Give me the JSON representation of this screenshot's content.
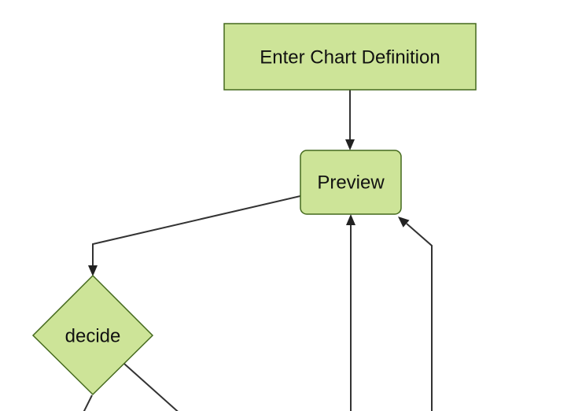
{
  "theme": {
    "background": "#ffffff",
    "node_fill": "#cde498",
    "node_border": "#44691d",
    "edge_color": "#333333",
    "arrow_color": "#222222",
    "label_color": "#111111"
  },
  "flowchart": {
    "nodes": {
      "enter_chart_definition": {
        "label": "Enter Chart Definition",
        "shape": "rectangle"
      },
      "preview": {
        "label": "Preview",
        "shape": "rounded-rectangle"
      },
      "decide": {
        "label": "decide",
        "shape": "diamond"
      }
    },
    "edges": [
      {
        "from": "enter_chart_definition",
        "to": "preview",
        "arrow": true
      },
      {
        "from": "preview",
        "to": "decide",
        "arrow": true
      },
      {
        "from": "offscreen-bottom",
        "to": "preview",
        "arrow": true
      },
      {
        "from": "offscreen-bottom-right",
        "to": "preview",
        "arrow": true
      },
      {
        "from": "decide",
        "to": "offscreen-bottom-left",
        "arrow": false
      },
      {
        "from": "decide",
        "to": "offscreen-bottom-right",
        "arrow": false
      }
    ]
  }
}
